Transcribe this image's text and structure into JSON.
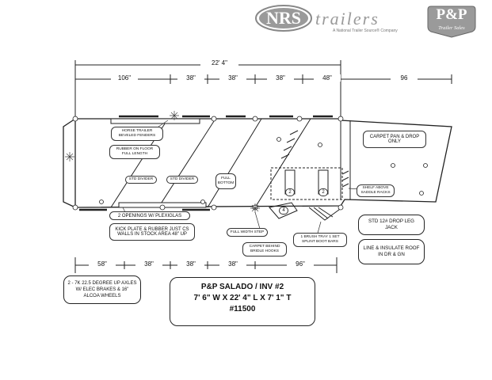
{
  "logo": {
    "nrs": "NRS",
    "trailers": "trailers",
    "tagline": "A National Trailer Source® Company",
    "pp": "P&P",
    "pp_sub": "Trailer Sales"
  },
  "dimensions": {
    "overall": "22' 4\"",
    "top": [
      "106\"",
      "38\"",
      "38\"",
      "38\"",
      "48\"",
      "96"
    ],
    "bottom": [
      "58\"",
      "38\"",
      "38\"",
      "38\"",
      "96\""
    ]
  },
  "callouts": {
    "horse_fenders": "HORSE TRAILER BEVELED FENDERS",
    "rubber_floor": "RUBBER ON FLOOR FULL LENGTH",
    "std_divider_1": "STD DIVIDER",
    "std_divider_2": "STD DIVIDER",
    "full_bottom": "FULL BOTTOM",
    "carpet_pan": "CARPET PAN & DROP ONLY",
    "shelf_saddle": "SHELF ABOVE SADDLE RACKS",
    "openings": "2 OPENINGS W/ PLEXIGLAS",
    "kick_plate": "KICK PLATE & RUBBER JUST CS WALLS IN STOCK AREA 48\" UP",
    "full_width_step": "FULL WIDTH STEP",
    "brush_tray": "1 BRUSH TRAY 1 SET SPLINT BOOT BARS",
    "carpet_bridle": "CARPET BEHIND BRIDLE HOOKS",
    "drop_leg": "STD 12# DROP LEG JACK",
    "insulate_roof": "LINE & INSULATE ROOF IN DR & GN",
    "axles": "2 - 7K 22.5 DEGREE UP AXLES W/ ELEC BRAKES & 16\" ALCOA WHEELS",
    "rack_2a": "2",
    "rack_2b": "2",
    "rack_4": "4"
  },
  "title": {
    "line1": "P&P SALADO / INV #2",
    "line2": "7' 6\" W X 22' 4\" L X 7' 1\" T",
    "line3": "#11500"
  }
}
